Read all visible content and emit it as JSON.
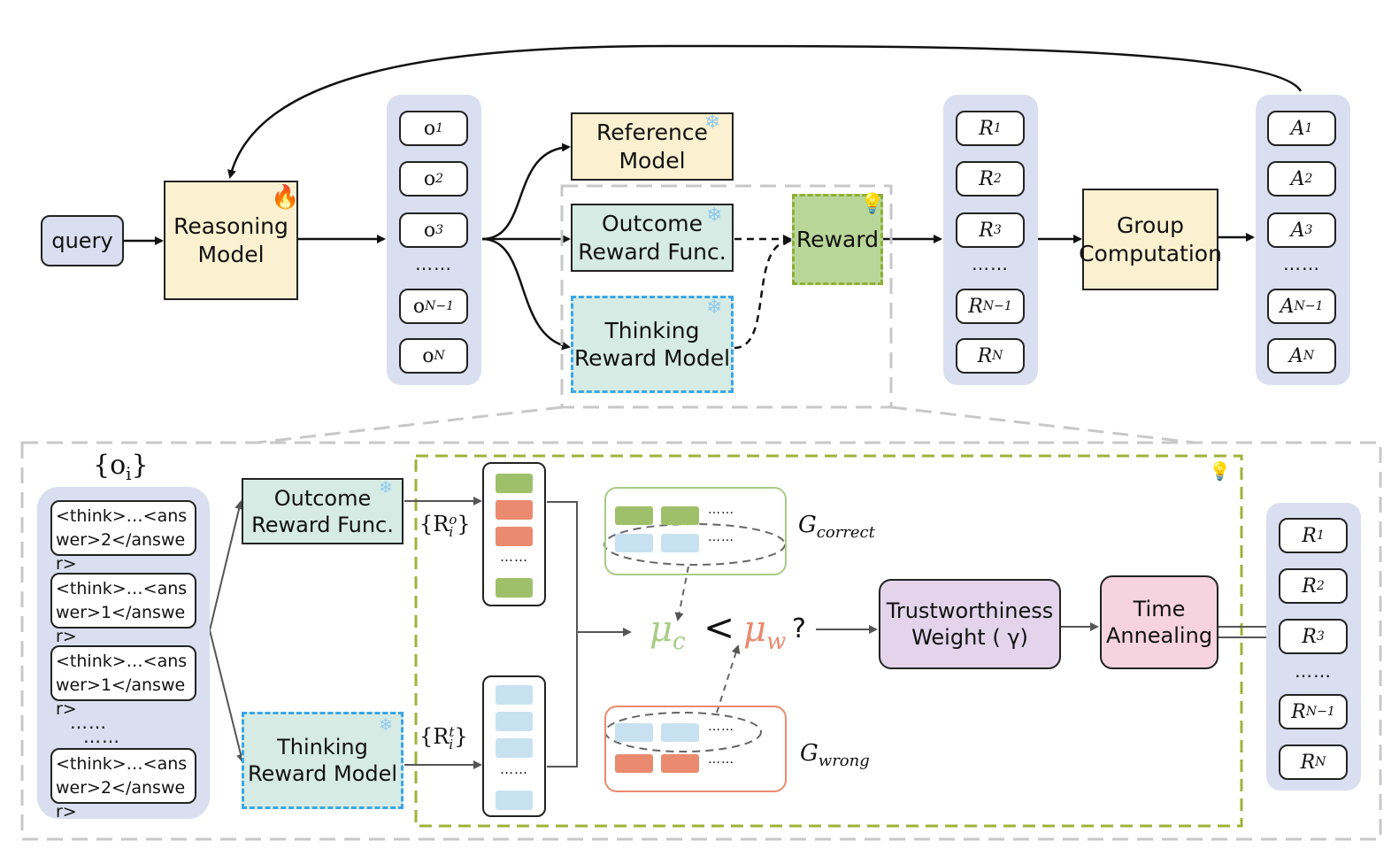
{
  "top": {
    "query": "query",
    "reasoning_model": "Reasoning Model",
    "outputs": [
      "o",
      "o",
      "o",
      "o",
      "o"
    ],
    "output_subs": [
      "1",
      "2",
      "3",
      "N−1",
      "N"
    ],
    "ellipsis": "……",
    "reference_model": "Reference Model",
    "outcome_reward": "Outcome Reward Func.",
    "thinking_reward": "Thinking Reward Model",
    "reward": "Reward",
    "rewards": [
      "R",
      "R",
      "R",
      "R",
      "R"
    ],
    "reward_subs": [
      "1",
      "2",
      "3",
      "N−1",
      "N"
    ],
    "group_computation": "Group Computation",
    "advantages": [
      "A",
      "A",
      "A",
      "A",
      "A"
    ],
    "advantage_subs": [
      "1",
      "2",
      "3",
      "N−1",
      "N"
    ]
  },
  "bottom": {
    "set_label": "{o",
    "set_sub": "i",
    "set_close": "}",
    "thinks": [
      "<think>…<answer>2</answer>",
      "<think>…<answer>1</answer>",
      "<think>…<answer>1</answer>",
      "<think>…<answer>2</answer>"
    ],
    "ellipsis": "……",
    "outcome_reward": "Outcome Reward Func.",
    "thinking_reward": "Thinking Reward Model",
    "r_outcome": "{R",
    "r_outcome_sup": "o",
    "r_thinking_sup": "t",
    "r_sub": "i",
    "r_close": "}",
    "g_correct": "G",
    "g_correct_sub": "correct",
    "g_wrong": "G",
    "g_wrong_sub": "wrong",
    "mu_c": "μ",
    "mu_c_sub": "c",
    "lt": "<",
    "mu_w": "μ",
    "mu_w_sub": "w",
    "question": "?",
    "trust_weight_1": "Trustworthiness",
    "trust_weight_2": "Weight ( γ)",
    "time_annealing": "Time Annealing",
    "rewards": [
      "R",
      "R",
      "R",
      "R",
      "R"
    ],
    "reward_subs": [
      "1",
      "2",
      "3",
      "N−1",
      "N"
    ]
  },
  "icons": [
    "snowflake-icon",
    "fire-icon",
    "lightbulb-icon"
  ],
  "colors": {
    "panel": "#d9dff0",
    "yellow_box": "#fbf1d0",
    "green_box": "#d6ebe4",
    "reward_green": "#b9d699",
    "green_bar": "#9fc06a",
    "red_bar": "#ea8a6e",
    "blue_bar": "#c7e1f1",
    "purple_box": "#e3d4ec",
    "pink_box": "#f6d3de"
  }
}
